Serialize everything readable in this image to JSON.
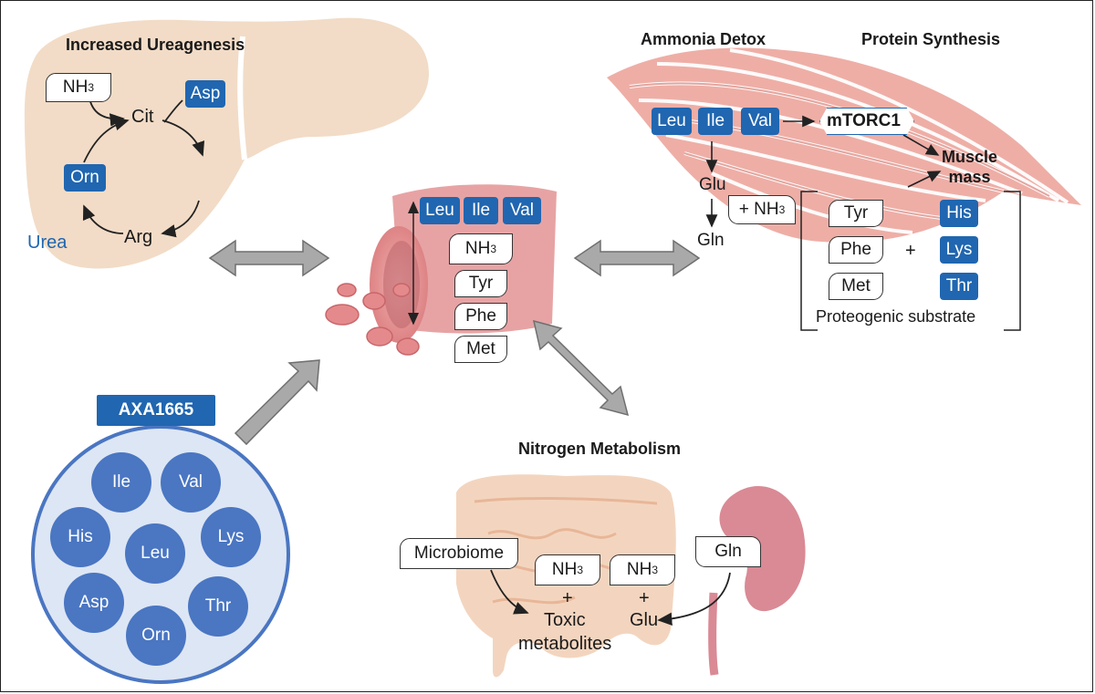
{
  "liver": {
    "title": "Increased Ureagenesis",
    "nh3": "NH",
    "nh3_sub": "3",
    "cit": "Cit",
    "asp": "Asp",
    "orn": "Orn",
    "arg": "Arg",
    "urea": "Urea"
  },
  "muscle": {
    "title_left": "Ammonia Detox",
    "title_right": "Protein Synthesis",
    "bcaa": [
      "Leu",
      "Ile",
      "Val"
    ],
    "mtorc": "mTORC1",
    "muscle_mass": "Muscle\nmass",
    "glu": "Glu",
    "gln": "Gln",
    "plus_nh3": "+ NH",
    "plus_nh3_sub": "3",
    "substrate_left": [
      "Tyr",
      "Phe",
      "Met"
    ],
    "substrate_right": [
      "His",
      "Lys",
      "Thr"
    ],
    "plus": "+",
    "substrate_label": "Proteogenic substrate"
  },
  "blood": {
    "bcaa": [
      "Leu",
      "Ile",
      "Val"
    ],
    "nh3": "NH",
    "nh3_sub": "3",
    "others": [
      "Tyr",
      "Phe",
      "Met"
    ]
  },
  "supplement": {
    "label": "AXA1665",
    "pills": [
      "Ile",
      "Val",
      "His",
      "Leu",
      "Lys",
      "Asp",
      "Thr",
      "Orn"
    ]
  },
  "gut": {
    "title": "Nitrogen Metabolism",
    "microbiome": "Microbiome",
    "nh3": "NH",
    "nh3_sub": "3",
    "plus": "+",
    "toxic": "Toxic",
    "metabolites": "metabolites",
    "glu": "Glu",
    "gln": "Gln"
  },
  "colors": {
    "accent_blue": "#2066b0",
    "pill_blue": "#4a76c2",
    "liver_fill": "#f2dcc7",
    "muscle_red": "#e49a94",
    "gut_fill": "#f3d5bf",
    "kidney_fill": "#d98a95",
    "arrow_gray": "#a9a9a9"
  }
}
